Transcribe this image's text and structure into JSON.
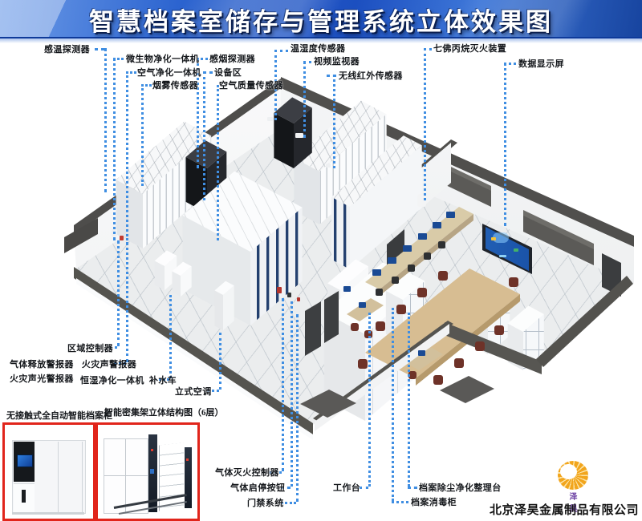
{
  "title": "智慧档案室储存与管理系统立体效果图",
  "callouts": {
    "t1": "感温探测器",
    "t2": "微生物净化一体机",
    "t3": "空气净化一体机",
    "t4": "烟雾传感器",
    "t5": "感烟探测器",
    "t6": "设备区",
    "t7": "空气质量传感器",
    "t8": "温湿度传感器",
    "t9": "视频监视器",
    "t10": "无线红外传感器",
    "t11": "七佛丙烷灭火装置",
    "t12": "数据显示屏",
    "l1": "区域控制器",
    "l2": "气体释放警报器",
    "l3": "火灾声警报器",
    "l4": "火灾声光警报器",
    "l5": "恒湿净化一体机",
    "l6": "补水车",
    "l7": "立式空调",
    "b1": "气体灭火控制器",
    "b2": "气体启停按钮",
    "b3": "门禁系统",
    "b4": "工作台",
    "b5": "档案除尘净化整理台",
    "b6": "档案消毒柜"
  },
  "products": {
    "p1": "无接触式全自动智能档案柜",
    "p2": "智能密集架立体结构图（6层）"
  },
  "footer": {
    "logo_text": "泽 昊",
    "company": "北京泽昊金属制品有限公司"
  },
  "colors": {
    "banner_blue": "#1c4fc0",
    "leader_blue": "#3f8ee2",
    "callout_red": "#e1251b",
    "logo_yellow": "#f2a51c",
    "logo_purple": "#6a3fa2",
    "wall_rim_gray": "#504f4d",
    "screen_blue": "#1b55ab"
  }
}
